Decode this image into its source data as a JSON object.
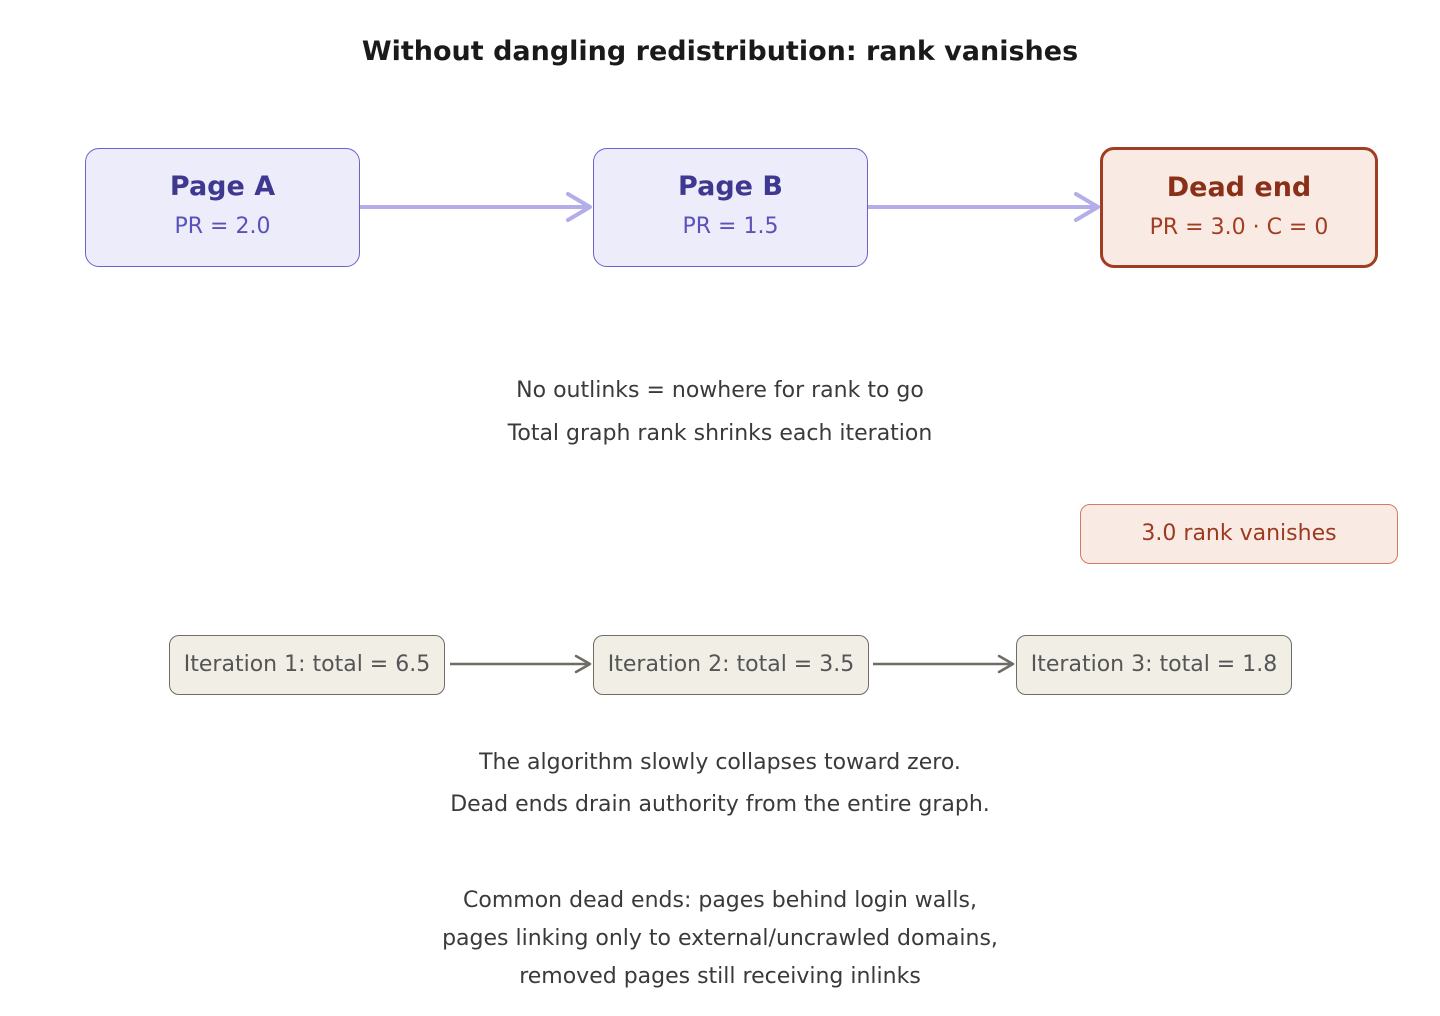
{
  "title": "Without dangling redistribution: rank vanishes",
  "nodes": {
    "page_a": {
      "title": "Page A",
      "sub": "PR = 2.0"
    },
    "page_b": {
      "title": "Page B",
      "sub": "PR = 1.5"
    },
    "dead_end": {
      "title": "Dead end",
      "sub": "PR = 3.0 · C = 0"
    }
  },
  "vanish_label": "3.0 rank vanishes",
  "middle_note": {
    "line1": "No outlinks = nowhere for rank to go",
    "line2": "Total graph rank shrinks each iteration"
  },
  "iterations": [
    "Iteration 1: total = 6.5",
    "Iteration 2: total = 3.5",
    "Iteration 3: total = 1.8"
  ],
  "collapse_note": {
    "line1": "The algorithm slowly collapses toward zero.",
    "line2": "Dead ends drain authority from the entire graph."
  },
  "common_note": {
    "line1": "Common dead ends: pages behind login walls,",
    "line2": "pages linking only to external/uncrawled domains,",
    "line3": "removed pages still receiving inlinks"
  },
  "colors": {
    "purple_fill": "#ececfb",
    "purple_stroke": "#6b63c8",
    "purple_arrow": "#b3aeea",
    "dead_fill": "#faeae4",
    "dead_stroke": "#a13d22",
    "vanish_stroke": "#e8a08a",
    "iter_fill": "#f1eee6",
    "iter_stroke": "#6f6c66"
  }
}
